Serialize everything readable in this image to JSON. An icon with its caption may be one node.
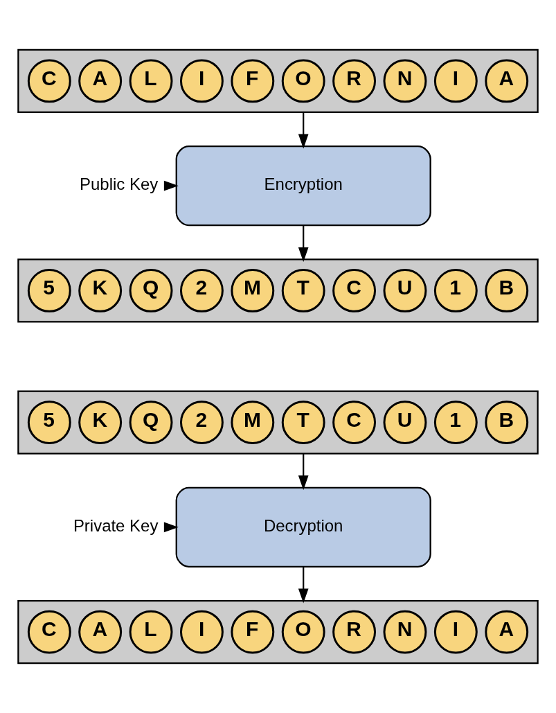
{
  "diagram": {
    "nodes": [
      {
        "text": [],
        "shape": "box"
      },
      {
        "text": [
          "C"
        ],
        "in": 0
      },
      {
        "text": [
          "A"
        ],
        "in": 0
      },
      {
        "text": [
          "L"
        ],
        "in": 0
      },
      {
        "text": [
          "I"
        ],
        "in": 0
      },
      {
        "text": [
          "F"
        ],
        "in": 0
      },
      {
        "text": [
          "O"
        ],
        "in": 0
      },
      {
        "text": [
          "R"
        ],
        "in": 0
      },
      {
        "text": [
          "N"
        ],
        "in": 0
      },
      {
        "text": [
          "I"
        ],
        "in": 0
      },
      {
        "text": [
          "A"
        ],
        "in": 0
      },
      {
        "text": [
          "Public Key"
        ]
      },
      {
        "text": [
          "Encryption"
        ]
      },
      {
        "text": [],
        "shape": "box"
      },
      {
        "text": [
          "5"
        ],
        "in": 13
      },
      {
        "text": [
          "K"
        ],
        "in": 13
      },
      {
        "text": [
          "Q"
        ],
        "in": 13
      },
      {
        "text": [
          "2"
        ],
        "in": 13
      },
      {
        "text": [
          "M"
        ],
        "in": 13
      },
      {
        "text": [
          "T"
        ],
        "in": 13
      },
      {
        "text": [
          "C"
        ],
        "in": 13
      },
      {
        "text": [
          "U"
        ],
        "in": 13
      },
      {
        "text": [
          "1"
        ],
        "in": 13
      },
      {
        "text": [
          "B"
        ],
        "in": 13
      },
      {
        "text": [],
        "shape": "box"
      },
      {
        "text": [
          "5"
        ],
        "in": 24
      },
      {
        "text": [
          "K"
        ],
        "in": 24
      },
      {
        "text": [
          "Q"
        ],
        "in": 24
      },
      {
        "text": [
          "2"
        ],
        "in": 24
      },
      {
        "text": [
          "M"
        ],
        "in": 24
      },
      {
        "text": [
          "T"
        ],
        "in": 24
      },
      {
        "text": [
          "C"
        ],
        "in": 24
      },
      {
        "text": [
          "U"
        ],
        "in": 24
      },
      {
        "text": [
          "1"
        ],
        "in": 24
      },
      {
        "text": [
          "B"
        ],
        "in": 24
      },
      {
        "text": [
          "Private Key"
        ]
      },
      {
        "text": [
          "Decryption"
        ]
      },
      {
        "text": [],
        "shape": "box"
      },
      {
        "text": [
          "C"
        ],
        "in": 37
      },
      {
        "text": [
          "A"
        ],
        "in": 37
      },
      {
        "text": [
          "L"
        ],
        "in": 37
      },
      {
        "text": [
          "I"
        ],
        "in": 37
      },
      {
        "text": [
          "F"
        ],
        "in": 37
      },
      {
        "text": [
          "O"
        ],
        "in": 37
      },
      {
        "text": [
          "R"
        ],
        "in": 37
      },
      {
        "text": [
          "N"
        ],
        "in": 37
      },
      {
        "text": [
          "I"
        ],
        "in": 37
      },
      {
        "text": [
          "A"
        ],
        "in": 37
      }
    ],
    "edges": [
      {
        "from": 0,
        "to": 12,
        "arrow": "to"
      },
      {
        "from": 11,
        "to": 12,
        "arrow": "to"
      },
      {
        "from": 12,
        "to": 13,
        "arrow": "to"
      },
      {
        "from": 24,
        "to": 36,
        "arrow": "to"
      },
      {
        "from": 35,
        "to": 36,
        "arrow": "to"
      },
      {
        "from": 36,
        "to": 37,
        "arrow": "to"
      }
    ]
  }
}
